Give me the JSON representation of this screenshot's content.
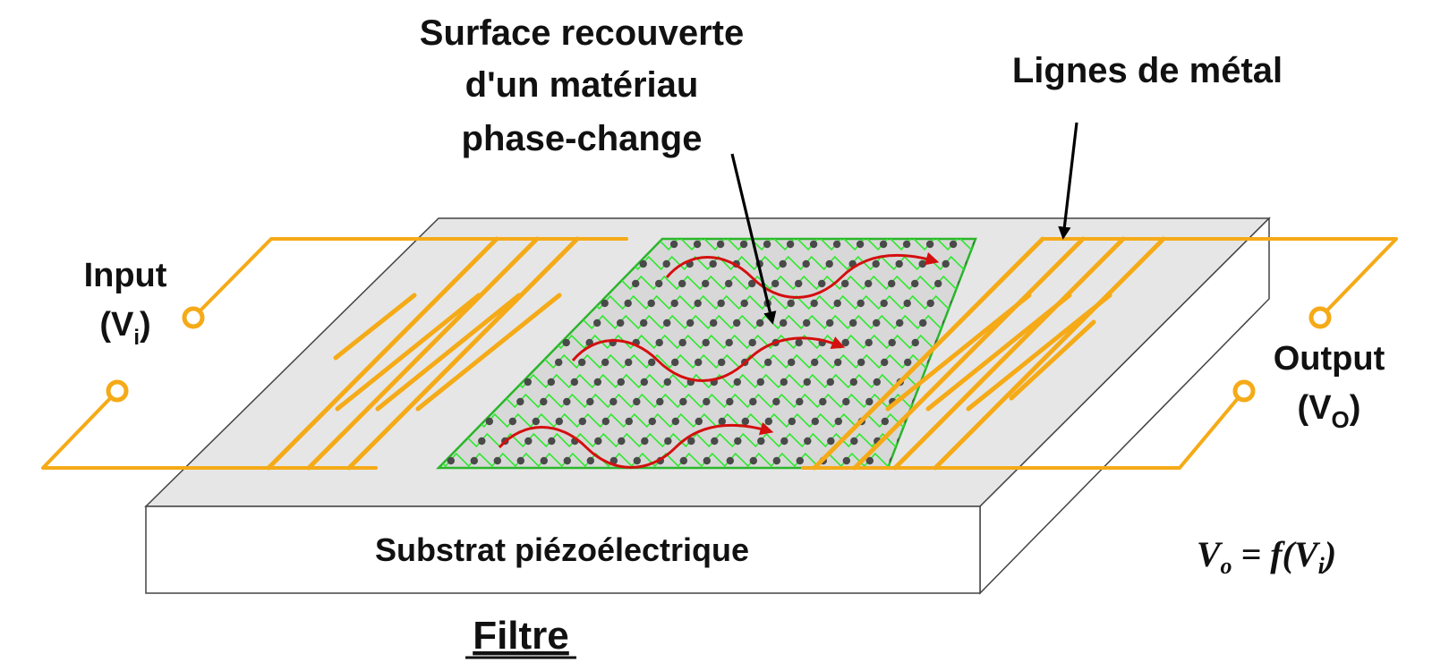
{
  "colors": {
    "metal": "#f5aa17",
    "phase_change_lattice": "#2ee82e",
    "atoms": "#4a4a4a",
    "acoustic_wave": "#d40f0f",
    "substrate_top": "#e6e6e6"
  },
  "labels": {
    "surface_line1": "Surface recouverte",
    "surface_line2": "d'un matériau",
    "surface_line3": "phase-change",
    "metal_lines": "Lignes de métal",
    "input_word": "Input",
    "input_open": "(V",
    "input_sub": "i",
    "input_close": ")",
    "output_word": "Output",
    "output_open": "(V",
    "output_sub": "O",
    "output_close": ")",
    "substrate": "Substrat piézoélectrique",
    "eq_v": "V",
    "eq_o": "o",
    "eq_mid": " = f(V",
    "eq_i": "i",
    "eq_end": ")",
    "caption": "Filtre"
  }
}
